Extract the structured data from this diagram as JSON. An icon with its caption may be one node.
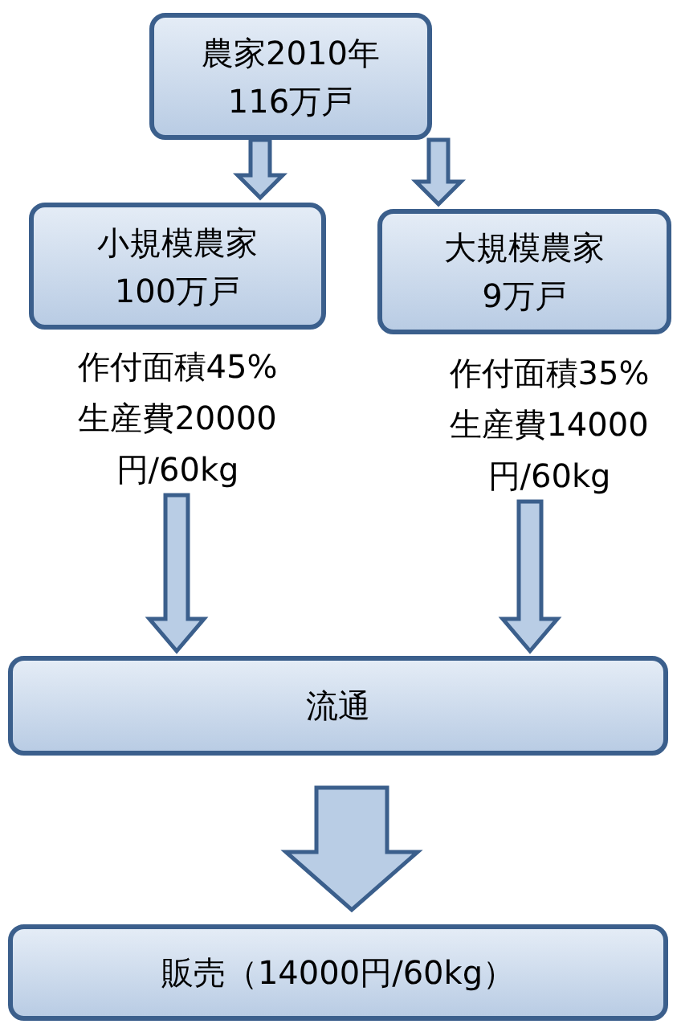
{
  "diagram": {
    "nodes": [
      {
        "text": [
          "農家2010年116万戸"
        ]
      },
      {
        "text": [
          "小規模農家100万戸"
        ],
        "beside": [
          "作付面積45%",
          "生産費20000円/60kg"
        ]
      },
      {
        "text": [
          "大規模農家9万戸"
        ],
        "beside": [
          "作付面積35%",
          "生産費14000円/60kg"
        ]
      },
      {
        "text": [
          "流通"
        ]
      },
      {
        "text": [
          "販売（14000円/60kg）"
        ]
      }
    ],
    "edges": [
      {
        "from": 0,
        "to": 1,
        "arrow": "to"
      },
      {
        "from": 0,
        "to": 2,
        "arrow": "to"
      },
      {
        "from": 1,
        "to": 3,
        "arrow": "to"
      },
      {
        "from": 2,
        "to": 3,
        "arrow": "to"
      },
      {
        "from": 3,
        "to": 4,
        "arrow": "to"
      }
    ]
  }
}
